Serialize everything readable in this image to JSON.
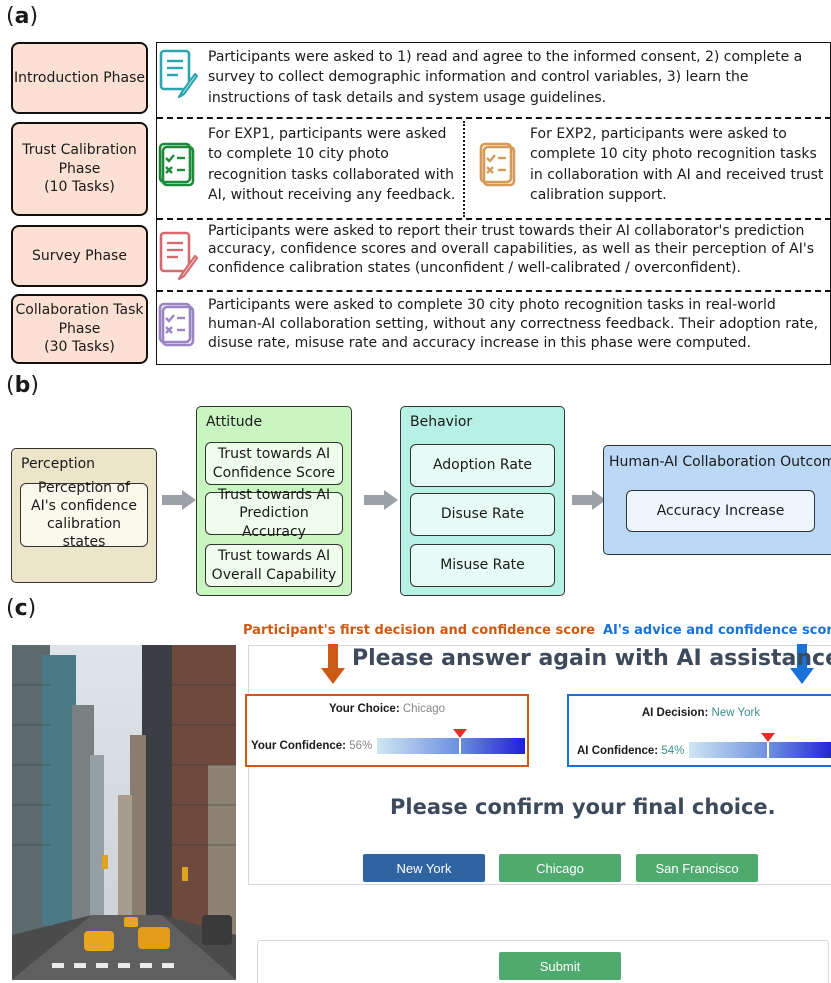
{
  "panels": {
    "a_open": "(",
    "a_letter": "a",
    "a_close": ")",
    "b_open": "(",
    "b_letter": "b",
    "b_close": ")",
    "c_open": "(",
    "c_letter": "c",
    "c_close": ")"
  },
  "phases": {
    "intro": {
      "name": "Introduction Phase",
      "text": "Participants were asked to 1) read and agree to the informed consent, 2) complete a survey to collect demographic information and control variables, 3) learn the instructions of task details and system usage guidelines."
    },
    "trust": {
      "name_1": "Trust Calibration",
      "name_2": "Phase",
      "name_3": "(10 Tasks)",
      "exp1": "For EXP1, participants were asked to complete 10 city photo recognition tasks collaborated with AI, without receiving any feedback.",
      "exp2": "For EXP2, participants were asked to complete 10 city photo recognition tasks in collaboration with AI and received trust calibration support."
    },
    "survey": {
      "name": "Survey Phase",
      "text": "Participants were asked to report their trust towards their AI collaborator's prediction accuracy, confidence scores and overall capabilities, as well as their perception of AI's confidence calibration states (unconfident / well-calibrated / overconfident)."
    },
    "collab": {
      "name_1": "Collaboration Task",
      "name_2": "Phase",
      "name_3": "(30 Tasks)",
      "text": "Participants were asked to complete 30 city photo recognition tasks in real-world human-AI collaboration setting, without any correctness feedback. Their adoption rate, disuse rate, misuse rate and accuracy increase in this phase were computed."
    }
  },
  "model": {
    "perception": {
      "title": "Perception",
      "item": "Perception of AI's confidence calibration states"
    },
    "attitude": {
      "title": "Attitude",
      "items": [
        "Trust towards AI Confidence Score",
        "Trust towards AI Prediction Accuracy",
        "Trust towards AI Overall Capability"
      ]
    },
    "behavior": {
      "title": "Behavior",
      "items": [
        "Adoption Rate",
        "Disuse Rate",
        "Misuse Rate"
      ]
    },
    "outcome": {
      "title": "Human-AI Collaboration Outcome",
      "item": "Accuracy Increase"
    }
  },
  "interface": {
    "callout_participant": "Participant's first decision and confidence score",
    "callout_ai": "AI's advice and confidence score",
    "heading": "Please answer again with AI assistance.",
    "your_choice_label": "Your Choice:",
    "your_choice_value": "Chicago",
    "your_conf_label": "Your Confidence:",
    "your_conf_value": "56%",
    "your_conf_level": 0.56,
    "ai_decision_label": "AI Decision:",
    "ai_decision_value": "New York",
    "ai_conf_label": "AI Confidence:",
    "ai_conf_value": "54%",
    "ai_conf_level": 0.54,
    "confirm_heading": "Please confirm your final choice.",
    "options": [
      "New York",
      "Chicago",
      "San Francisco"
    ],
    "submit_label": "Submit",
    "colors": {
      "selected": "#2f64a3",
      "option": "#4faa6e",
      "orange": "#cc5a14",
      "blue": "#1a72d9"
    }
  }
}
